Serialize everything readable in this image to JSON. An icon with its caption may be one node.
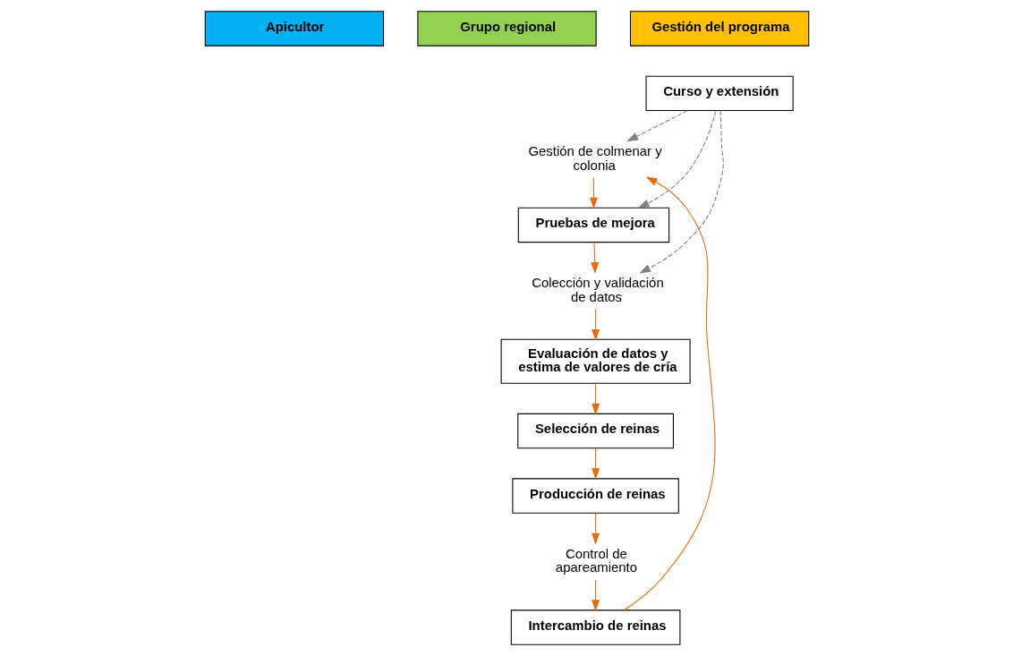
{
  "diagram": {
    "nodes": [
      {
        "text": [
          "Apicultor"
        ]
      },
      {
        "text": [
          "Grupo regional"
        ]
      },
      {
        "text": [
          "Gestión del programa"
        ]
      },
      {
        "text": [
          "Gestión de colmenar y colonia"
        ]
      },
      {
        "text": [
          "Curso y extensión"
        ]
      },
      {
        "text": [
          "Pruebas de mejora"
        ]
      },
      {
        "text": [
          "Colección y validación de datos"
        ]
      },
      {
        "text": [
          "Evaluación de datos y estima de valores de cría"
        ]
      },
      {
        "text": [
          "Selección de reinas"
        ]
      },
      {
        "text": [
          "Producción de reinas"
        ]
      },
      {
        "text": [
          "Control de apareamiento"
        ]
      },
      {
        "text": [
          "Intercambio de reinas"
        ]
      }
    ],
    "edges": [
      {
        "from": 4,
        "to": 3,
        "arrow": "to",
        "style": "dashed",
        "color": "#808080"
      },
      {
        "from": 4,
        "to": 5,
        "arrow": "to",
        "style": "dashed",
        "color": "#808080"
      },
      {
        "from": 4,
        "to": 6,
        "arrow": "to",
        "style": "dashed",
        "color": "#808080"
      },
      {
        "from": 3,
        "to": 5,
        "arrow": "to"
      },
      {
        "from": 5,
        "to": 6,
        "arrow": "to"
      },
      {
        "from": 6,
        "to": 7,
        "arrow": "to"
      },
      {
        "from": 7,
        "to": 8,
        "arrow": "to"
      },
      {
        "from": 8,
        "to": 9,
        "arrow": "to"
      },
      {
        "from": 9,
        "to": 10,
        "arrow": "to"
      },
      {
        "from": 10,
        "to": 11,
        "arrow": "to"
      },
      {
        "from": 11,
        "to": 3,
        "arrow": "to"
      }
    ]
  }
}
